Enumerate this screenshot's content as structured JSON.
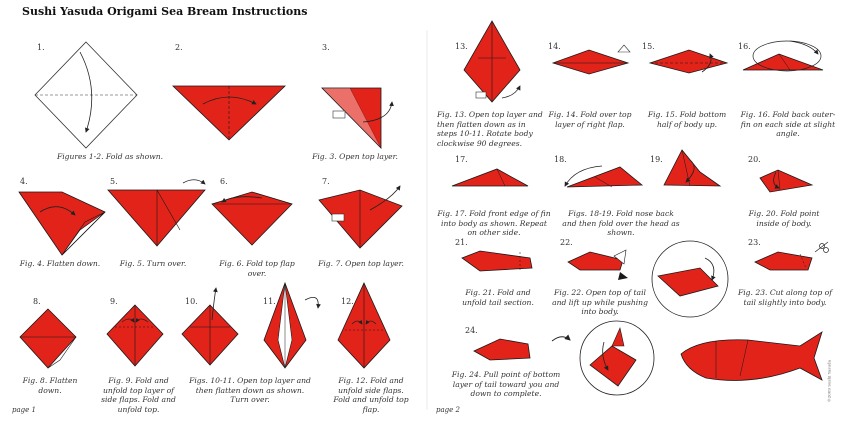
{
  "doc": {
    "title": "Sushi Yasuda Origami Sea Bream Instructions",
    "page_labels": [
      "page 1",
      "page 2"
    ],
    "copyright": "©2009 Sushi Yasuda"
  },
  "colors": {
    "red": "#e2231a",
    "black": "#1a1a1a",
    "white": "#ffffff"
  },
  "steps": {
    "s1": "1.",
    "s2": "2.",
    "s3": "3.",
    "s4": "4.",
    "s5": "5.",
    "s6": "6.",
    "s7": "7.",
    "s8": "8.",
    "s9": "9.",
    "s10": "10.",
    "s11": "11.",
    "s12": "12.",
    "s13": "13.",
    "s14": "14.",
    "s15": "15.",
    "s16": "16.",
    "s17": "17.",
    "s18": "18.",
    "s19": "19.",
    "s20": "20.",
    "s21": "21.",
    "s22": "22.",
    "s23": "23.",
    "s24": "24."
  },
  "captions": {
    "c1_2": "Figures 1-2. Fold as shown.",
    "c3": "Fig. 3. Open top layer.",
    "c4": "Fig. 4. Flatten down.",
    "c5": "Fig. 5. Turn over.",
    "c6": "Fig. 6. Fold top flap over.",
    "c7": "Fig. 7. Open top layer.",
    "c8": "Fig. 8. Flatten down.",
    "c9": "Fig. 9. Fold and unfold top layer of side flaps. Fold and unfold top.",
    "c10_11": "Figs. 10-11. Open top layer and then flatten down as shown. Turn over.",
    "c12": "Fig. 12. Fold and unfold side flaps. Fold and unfold top flap.",
    "c13": "Fig. 13. Open top layer and then flatten down as in steps 10-11. Rotate body clockwise 90 degrees.",
    "c14": "Fig. 14. Fold over top layer of right flap.",
    "c15": "Fig. 15. Fold bottom half of body up.",
    "c16": "Fig. 16. Fold back outer-fin on each side at slight angle.",
    "c17": "Fig. 17. Fold front edge of fin into body as shown. Repeat on other side.",
    "c18_19": "Figs. 18-19. Fold nose back and then fold over the head as shown.",
    "c20": "Fig. 20. Fold point inside of body.",
    "c21": "Fig. 21. Fold and unfold tail section.",
    "c22": "Fig. 22. Open top of tail and lift up while pushing into body.",
    "c23": "Fig. 23. Cut along top of tail slightly into body.",
    "c24": "Fig. 24. Pull point of bottom layer of tail toward you and down to complete."
  }
}
